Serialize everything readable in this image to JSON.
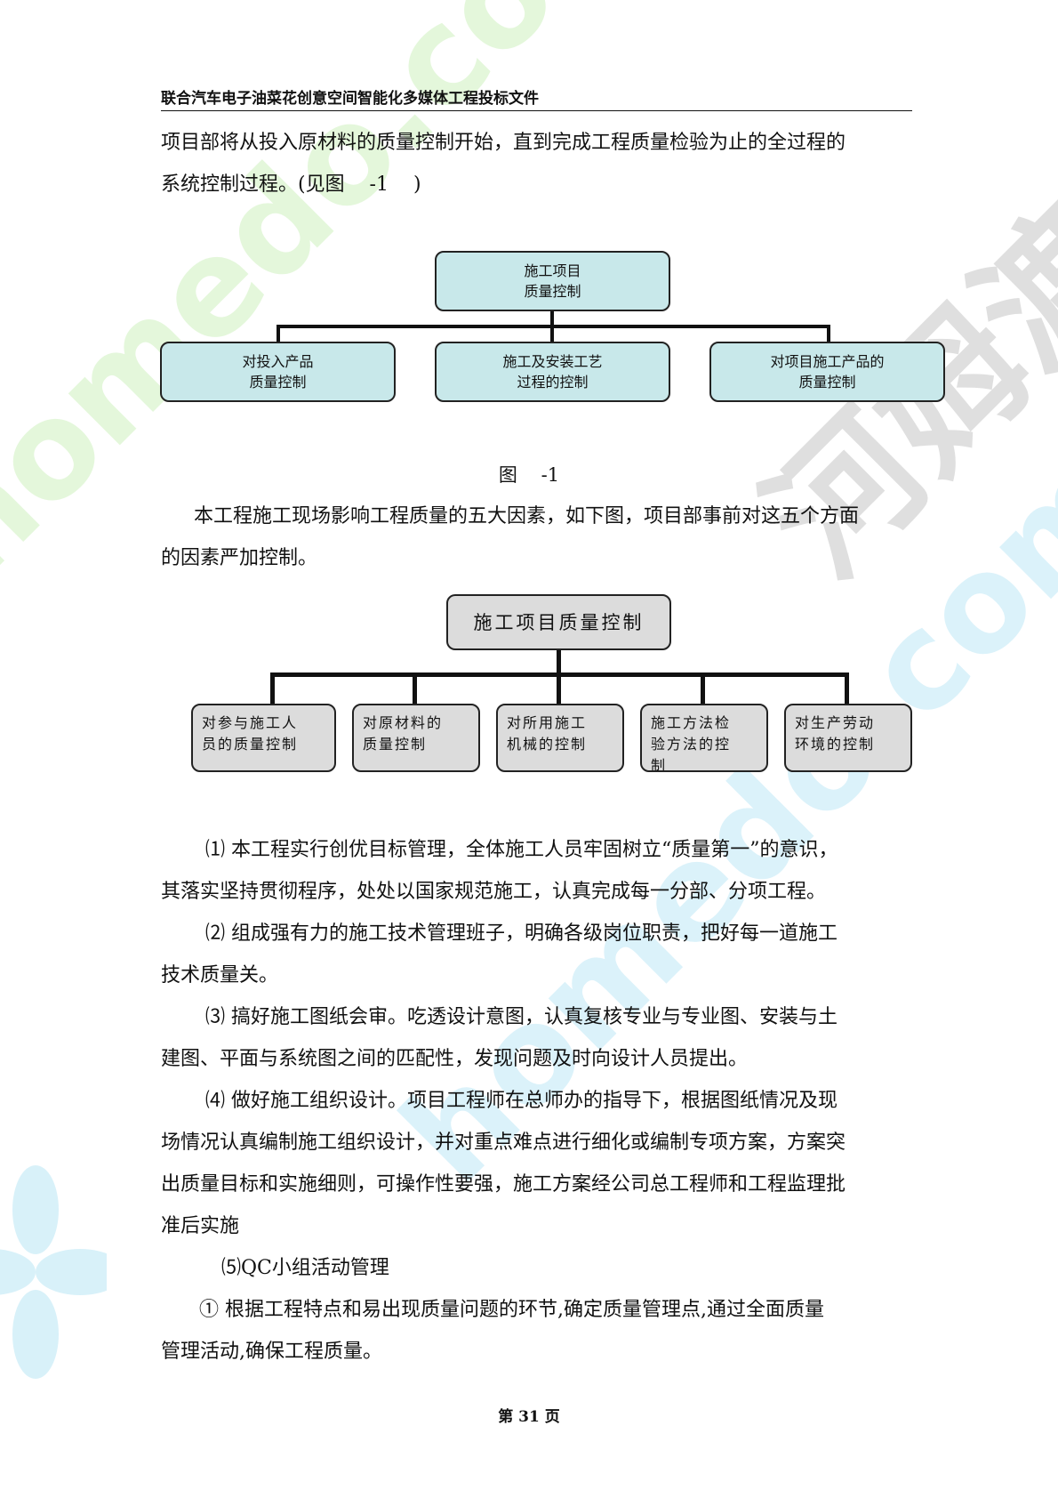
{
  "header": {
    "title": "联合汽车电子油菜花创意空间智能化多媒体工程投标文件"
  },
  "intro": {
    "line1": "项目部将从投入原材料的质量控制开始，直到完成工程质量检验为止的全过程的",
    "line2": "系统控制过程。(见图    -1    )"
  },
  "figure1": {
    "root": {
      "line1": "施工项目",
      "line2": "质量控制"
    },
    "children": [
      {
        "line1": "对投入产品",
        "line2": "质量控制"
      },
      {
        "line1": "施工及安装工艺",
        "line2": "过程的控制"
      },
      {
        "line1": "对项目施工产品的",
        "line2": "质量控制"
      }
    ],
    "caption": "图    -1"
  },
  "section2": {
    "line1": "本工程施工现场影响工程质量的五大因素，如下图，项目部事前对这五个方面",
    "line2": "的因素严加控制。"
  },
  "figure2": {
    "root": "施工项目质量控制",
    "children": [
      {
        "line1": "对参与施工人",
        "line2": "员的质量控制"
      },
      {
        "line1": "对原材料的",
        "line2": "质量控制"
      },
      {
        "line1": "对所用施工",
        "line2": "机械的控制"
      },
      {
        "line1": "施工方法检",
        "line2": "验方法的控",
        "line3": "制"
      },
      {
        "line1": "对生产劳动",
        "line2": "环境的控制"
      }
    ]
  },
  "items": [
    {
      "line1": "⑴ 本工程实行创优目标管理，全体施工人员牢固树立“质量第一”的意识，",
      "line2": "其落实坚持贯彻程序，处处以国家规范施工，认真完成每一分部、分项工程。"
    },
    {
      "line1": "⑵ 组成强有力的施工技术管理班子，明确各级岗位职责，把好每一道施工",
      "line2": "技术质量关。"
    },
    {
      "line1": "⑶ 搞好施工图纸会审。吃透设计意图，认真复核专业与专业图、安装与土",
      "line2": "建图、平面与系统图之间的匹配性，发现问题及时向设计人员提出。"
    },
    {
      "line1": "⑷ 做好施工组织设计。项目工程师在总师办的指导下，根据图纸情况及现",
      "line2": "场情况认真编制施工组织设计，并对重点难点进行细化或编制专项方案，方案突",
      "line3": "出质量目标和实施细则，可操作性要强，施工方案经公司总工程师和工程监理批",
      "line4": "准后实施"
    }
  ],
  "qc": {
    "title": "⑸QC小组活动管理",
    "item1_line1": "① 根据工程特点和易出现质量问题的环节,确定质量管理点,通过全面质量",
    "item1_line2": "管理活动,确保工程质量。"
  },
  "footer": {
    "page": "第 31 页"
  },
  "watermark": {
    "latin": "homedo.com",
    "cn": "河姆渡"
  },
  "colors": {
    "teal_box": "#c8e8ea",
    "gray_box": "#dcdcdc",
    "watermark_green": "#cdf0be",
    "watermark_blue": "#bee8f5"
  }
}
